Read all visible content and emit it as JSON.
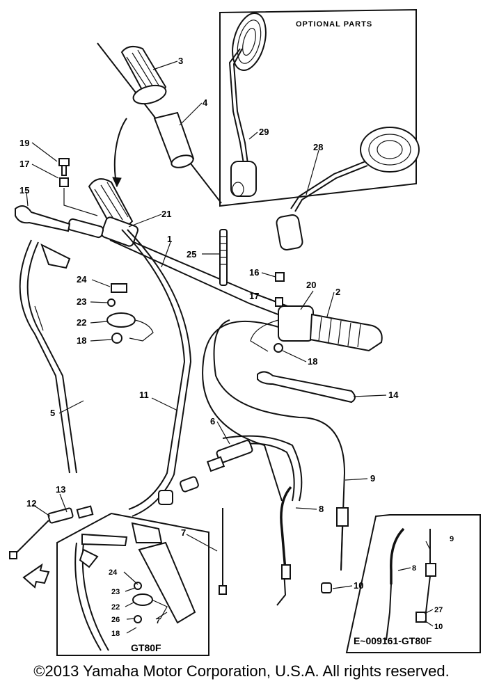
{
  "diagram": {
    "callouts": [
      {
        "id": "p3",
        "text": "3"
      },
      {
        "id": "p4",
        "text": "4"
      },
      {
        "id": "p19",
        "text": "19"
      },
      {
        "id": "p17a",
        "text": "17"
      },
      {
        "id": "p15",
        "text": "15"
      },
      {
        "id": "p21",
        "text": "21"
      },
      {
        "id": "p1",
        "text": "1"
      },
      {
        "id": "p25",
        "text": "25"
      },
      {
        "id": "p16a",
        "text": "16"
      },
      {
        "id": "p17b",
        "text": "17"
      },
      {
        "id": "p20",
        "text": "20"
      },
      {
        "id": "p2",
        "text": "2"
      },
      {
        "id": "p24a",
        "text": "24"
      },
      {
        "id": "p23a",
        "text": "23"
      },
      {
        "id": "p22a",
        "text": "22"
      },
      {
        "id": "p18a",
        "text": "18"
      },
      {
        "id": "p18b",
        "text": "18"
      },
      {
        "id": "p14",
        "text": "14"
      },
      {
        "id": "p11",
        "text": "11"
      },
      {
        "id": "p5",
        "text": "5"
      },
      {
        "id": "p6",
        "text": "6"
      },
      {
        "id": "p9",
        "text": "9"
      },
      {
        "id": "p13",
        "text": "13"
      },
      {
        "id": "p12",
        "text": "12"
      },
      {
        "id": "p8",
        "text": "8"
      },
      {
        "id": "p7a",
        "text": "7"
      },
      {
        "id": "p10",
        "text": "10"
      },
      {
        "id": "p29",
        "text": "29"
      },
      {
        "id": "p28",
        "text": "28"
      },
      {
        "id": "p24b",
        "text": "24"
      },
      {
        "id": "p23b",
        "text": "23"
      },
      {
        "id": "p22b",
        "text": "22"
      },
      {
        "id": "p26",
        "text": "26"
      },
      {
        "id": "p18c",
        "text": "18"
      },
      {
        "id": "p7b",
        "text": "7"
      },
      {
        "id": "p9b",
        "text": "9"
      },
      {
        "id": "p8b",
        "text": "8"
      },
      {
        "id": "p27",
        "text": "27"
      },
      {
        "id": "p10b",
        "text": "10"
      }
    ],
    "optional_parts_label": "OPTIONAL PARTS",
    "inset_model_label": "GT80F",
    "inset_code_label": "E~009161-GT80F"
  },
  "copyright": "©2013 Yamaha Motor Corporation, U.S.A. All rights reserved."
}
